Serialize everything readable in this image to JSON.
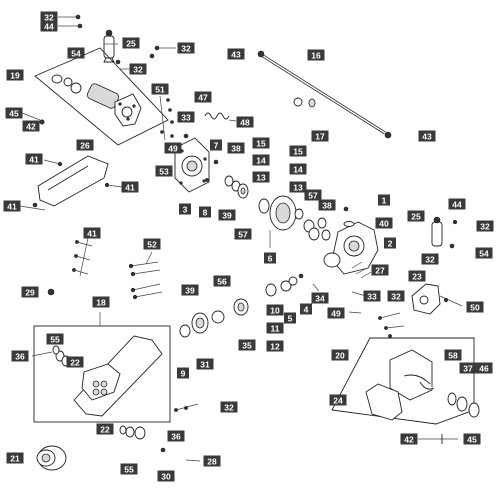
{
  "callouts": [
    {
      "key": "c32a",
      "label": "32"
    },
    {
      "key": "c44a",
      "label": "44"
    },
    {
      "key": "c25a",
      "label": "25"
    },
    {
      "key": "c54a",
      "label": "54"
    },
    {
      "key": "c32b",
      "label": "32"
    },
    {
      "key": "c32c",
      "label": "32"
    },
    {
      "key": "c19",
      "label": "19"
    },
    {
      "key": "c45a",
      "label": "45"
    },
    {
      "key": "c42a",
      "label": "42"
    },
    {
      "key": "c51",
      "label": "51"
    },
    {
      "key": "c47",
      "label": "47"
    },
    {
      "key": "c33a",
      "label": "33"
    },
    {
      "key": "c48",
      "label": "48"
    },
    {
      "key": "c49a",
      "label": "49"
    },
    {
      "key": "c41a",
      "label": "41"
    },
    {
      "key": "c26",
      "label": "26"
    },
    {
      "key": "c41b",
      "label": "41"
    },
    {
      "key": "c41c",
      "label": "41"
    },
    {
      "key": "c53",
      "label": "53"
    },
    {
      "key": "c3",
      "label": "3"
    },
    {
      "key": "c8",
      "label": "8"
    },
    {
      "key": "c7",
      "label": "7"
    },
    {
      "key": "c38a",
      "label": "38"
    },
    {
      "key": "c39a",
      "label": "39"
    },
    {
      "key": "c57a",
      "label": "57"
    },
    {
      "key": "c15a",
      "label": "15"
    },
    {
      "key": "c14a",
      "label": "14"
    },
    {
      "key": "c13a",
      "label": "13"
    },
    {
      "key": "c43a",
      "label": "43"
    },
    {
      "key": "c16",
      "label": "16"
    },
    {
      "key": "c17",
      "label": "17"
    },
    {
      "key": "c43b",
      "label": "43"
    },
    {
      "key": "c15b",
      "label": "15"
    },
    {
      "key": "c14b",
      "label": "14"
    },
    {
      "key": "c13b",
      "label": "13"
    },
    {
      "key": "c57b",
      "label": "57"
    },
    {
      "key": "c38b",
      "label": "38"
    },
    {
      "key": "c1",
      "label": "1"
    },
    {
      "key": "c40",
      "label": "40"
    },
    {
      "key": "c2",
      "label": "2"
    },
    {
      "key": "c27",
      "label": "27"
    },
    {
      "key": "c6",
      "label": "6"
    },
    {
      "key": "c41d",
      "label": "41"
    },
    {
      "key": "c52",
      "label": "52"
    },
    {
      "key": "c29",
      "label": "29"
    },
    {
      "key": "c25b",
      "label": "25"
    },
    {
      "key": "c44b",
      "label": "44"
    },
    {
      "key": "c32d",
      "label": "32"
    },
    {
      "key": "c32e",
      "label": "32"
    },
    {
      "key": "c54b",
      "label": "54"
    },
    {
      "key": "c23",
      "label": "23"
    },
    {
      "key": "c18",
      "label": "18"
    },
    {
      "key": "c39b",
      "label": "39"
    },
    {
      "key": "c56",
      "label": "56"
    },
    {
      "key": "c10",
      "label": "10"
    },
    {
      "key": "c5",
      "label": "5"
    },
    {
      "key": "c4",
      "label": "4"
    },
    {
      "key": "c34",
      "label": "34"
    },
    {
      "key": "c33b",
      "label": "33"
    },
    {
      "key": "c32f",
      "label": "32"
    },
    {
      "key": "c50",
      "label": "50"
    },
    {
      "key": "c11",
      "label": "11"
    },
    {
      "key": "c12",
      "label": "12"
    },
    {
      "key": "c49b",
      "label": "49"
    },
    {
      "key": "c55a",
      "label": "55"
    },
    {
      "key": "c36a",
      "label": "36"
    },
    {
      "key": "c22a",
      "label": "22"
    },
    {
      "key": "c9",
      "label": "9"
    },
    {
      "key": "c31",
      "label": "31"
    },
    {
      "key": "c35",
      "label": "35"
    },
    {
      "key": "c20",
      "label": "20"
    },
    {
      "key": "c58",
      "label": "58"
    },
    {
      "key": "c37",
      "label": "37"
    },
    {
      "key": "c46",
      "label": "46"
    },
    {
      "key": "c24",
      "label": "24"
    },
    {
      "key": "c32g",
      "label": "32"
    },
    {
      "key": "c22b",
      "label": "22"
    },
    {
      "key": "c36b",
      "label": "36"
    },
    {
      "key": "c21",
      "label": "21"
    },
    {
      "key": "c55b",
      "label": "55"
    },
    {
      "key": "c30",
      "label": "30"
    },
    {
      "key": "c28",
      "label": "28"
    },
    {
      "key": "c42b",
      "label": "42"
    },
    {
      "key": "c45b",
      "label": "45"
    }
  ]
}
